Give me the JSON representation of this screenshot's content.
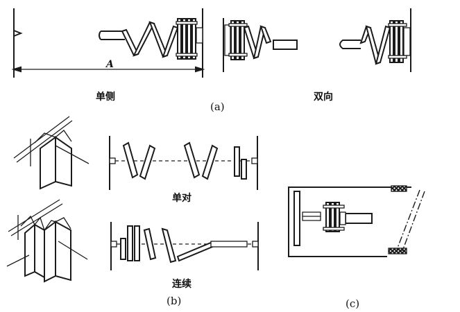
{
  "labels": {
    "a_single": "单侧",
    "a_double": "双向",
    "a_tag": "(a)",
    "dim_a": "A",
    "b_pair": "单对",
    "b_continuous": "连续",
    "b_tag": "(b)",
    "c_tag": "(c)"
  }
}
